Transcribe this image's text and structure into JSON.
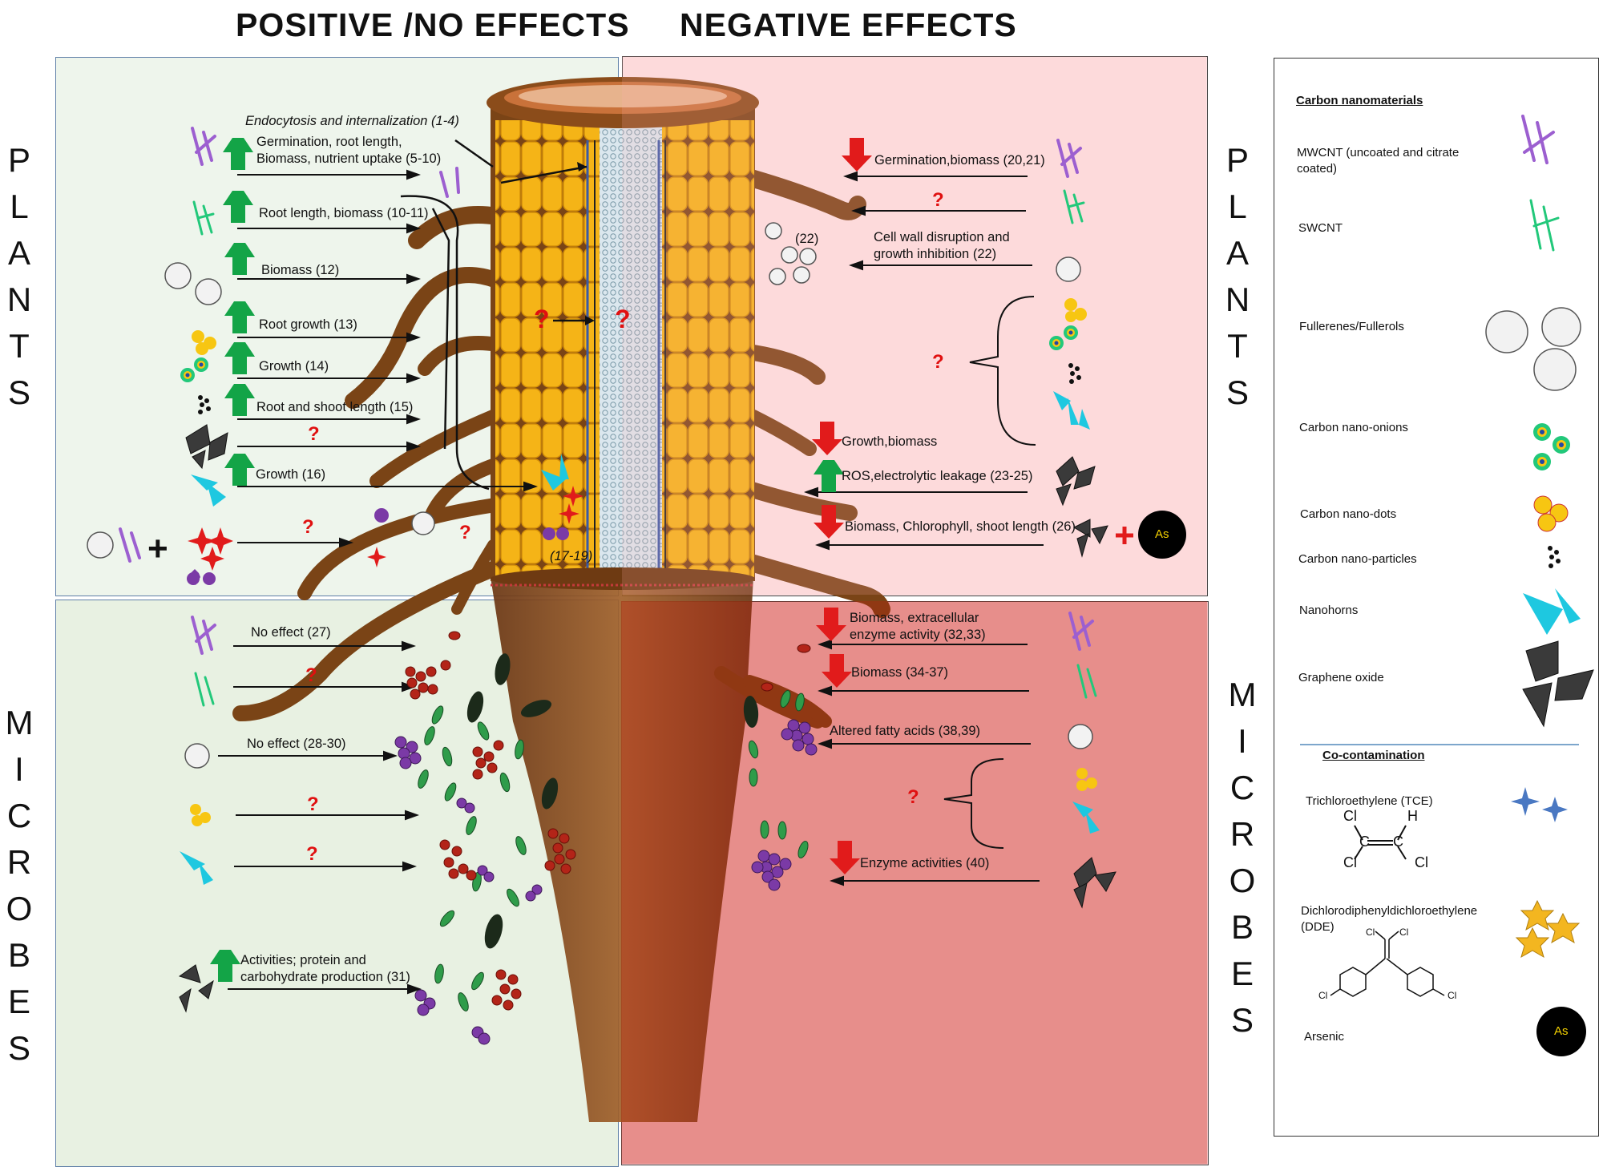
{
  "headers": {
    "positive": "POSITIVE /NO EFFECTS",
    "negative": "NEGATIVE EFFECTS"
  },
  "side_labels": {
    "plants": "PLANTS",
    "microbes": "MICROBES"
  },
  "plants_positive": {
    "endocytosis": "Endocytosis and internalization (1-4)",
    "germination": "Germination, root length, Biomass, nutrient uptake (5-10)",
    "root_length": "Root length, biomass (10-11)",
    "biomass": "Biomass (12)",
    "root_growth": "Root growth (13)",
    "growth14": "Growth (14)",
    "root_shoot": "Root and shoot length (15)",
    "growth16": "Growth (16)",
    "ref17": "(17-19)",
    "question": "?",
    "plus": "+"
  },
  "plants_negative": {
    "germination": "Germination,biomass (20,21)",
    "cell_wall": "Cell wall disruption and growth inhibition (22)",
    "ref22": "(22)",
    "growth_biomass": "Growth,biomass",
    "ros": "ROS,electrolytic leakage (23-25)",
    "chlorophyll": "Biomass, Chlorophyll, shoot length (26)",
    "as": "As"
  },
  "microbes_positive": {
    "no_effect27": "No effect (27)",
    "no_effect28": "No effect (28-30)",
    "activities": "Activities; protein and carbohydrate production (31)"
  },
  "microbes_negative": {
    "biomass_enzyme": "Biomass, extracellular enzyme activity (32,33)",
    "biomass34": "Biomass (34-37)",
    "fatty": "Altered fatty acids (38,39)",
    "enzyme40": "Enzyme activities (40)"
  },
  "legend": {
    "carbon_title": "Carbon nanomaterials",
    "mwcnt": "MWCNT (uncoated and citrate coated)",
    "swcnt": "SWCNT",
    "fullerenes": "Fullerenes/Fullerols",
    "onions": "Carbon nano-onions",
    "dots": "Carbon nano-dots",
    "particles": "Carbon nano-particles",
    "nanohorns": "Nanohorns",
    "graphene": "Graphene  oxide",
    "co_title": "Co-contamination",
    "tce": "Trichloroethylene (TCE)",
    "dde": "Dichlorodiphenyldichloroethylene (DDE)",
    "arsenic": "Arsenic",
    "as": "As",
    "cl": "Cl",
    "h": "H"
  },
  "colors": {
    "pos_bg": "#eef5ec",
    "neg_bg": "#fde3e4",
    "mic_pos_bg": "#e8f1e2",
    "mic_neg_bg": "#f9c3c6",
    "root": "#7a4416",
    "up": "#13a447",
    "down": "#e11b1b",
    "mwcnt": "#9c5fd0",
    "swcnt": "#22c87a",
    "onion": "#f7c612",
    "nanohorn": "#1ec8e0",
    "microbe_green": "#2f9c4a",
    "microbe_red": "#b32418",
    "microbe_purple": "#7b3aa6"
  }
}
